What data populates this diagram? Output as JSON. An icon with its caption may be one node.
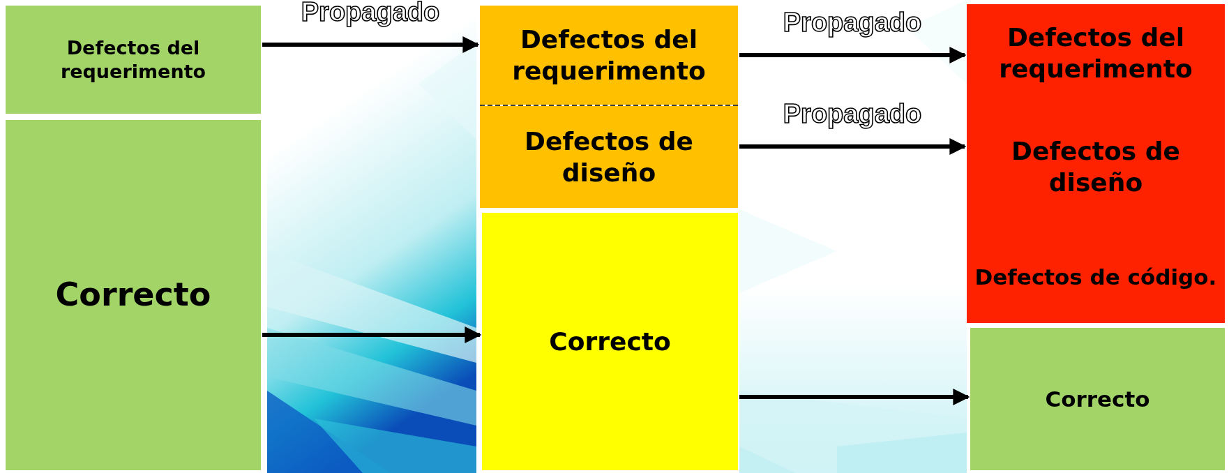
{
  "diagram": {
    "nodes": [
      {
        "text": [
          "Defectos del requerimento"
        ]
      },
      {
        "text": [
          "Correcto"
        ]
      },
      {
        "text": [
          "Defectos del requerimento"
        ]
      },
      {
        "text": [
          "Defectos de diseño"
        ]
      },
      {
        "text": [
          "Correcto"
        ]
      },
      {
        "text": [
          "Defectos del requerimento"
        ]
      },
      {
        "text": [
          "Defectos de diseño"
        ]
      },
      {
        "text": [
          "Defectos de código."
        ]
      },
      {
        "text": [
          "Correcto"
        ]
      }
    ],
    "edges": [
      {
        "from": 0,
        "to": 2,
        "arrow": "to",
        "label": "Propagado"
      },
      {
        "from": 1,
        "to": 4,
        "arrow": "to"
      },
      {
        "from": 2,
        "to": 5,
        "arrow": "to",
        "label": "Propagado"
      },
      {
        "from": 3,
        "to": 6,
        "arrow": "to",
        "label": "Propagado"
      },
      {
        "from": 4,
        "to": 8,
        "arrow": "to"
      }
    ]
  }
}
